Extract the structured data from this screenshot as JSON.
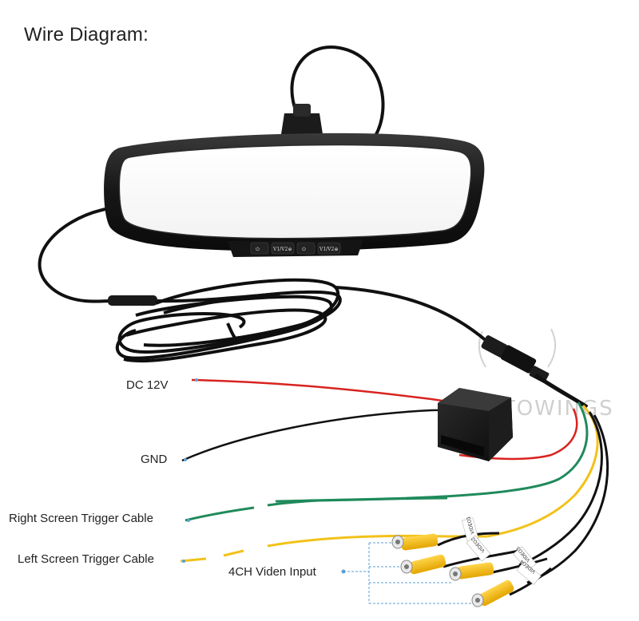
{
  "title": "Wire Diagram:",
  "labels": {
    "dc": "DC 12V",
    "gnd": "GND",
    "right_trigger": "Right Screen Trigger Cable",
    "left_trigger": "Left Screen Trigger Cable",
    "video_input": "4CH Viden Input"
  },
  "mirror": {
    "buttons": [
      "⏻",
      "V1/V2⊕",
      "⏻",
      "V1/V2⊕"
    ]
  },
  "rca_tags": [
    "VIDEO1",
    "VIDEO2",
    "VIDEO3",
    "VIDEO4"
  ],
  "watermark": "AUTOWINGS",
  "colors": {
    "red_wire": "#d8231f",
    "black_wire": "#1a1a1a",
    "green_wire": "#1f8a5b",
    "yellow_wire": "#f2c21a",
    "rca_body": "#f5b800",
    "connector_blue": "#5aa0d8"
  }
}
